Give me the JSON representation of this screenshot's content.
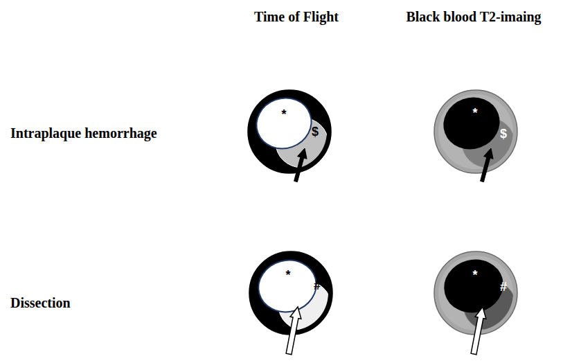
{
  "diagram": {
    "nodes": [
      {
        "text": [
          "*",
          "$"
        ]
      },
      {
        "text": [
          "*",
          "$"
        ]
      },
      {
        "text": [
          "*",
          "#"
        ]
      },
      {
        "text": [
          "*",
          "#"
        ]
      }
    ],
    "labels": [
      "Time of Flight",
      "Black blood T2-imaing",
      "Intraplaque hemorrhage",
      "Dissection"
    ]
  }
}
